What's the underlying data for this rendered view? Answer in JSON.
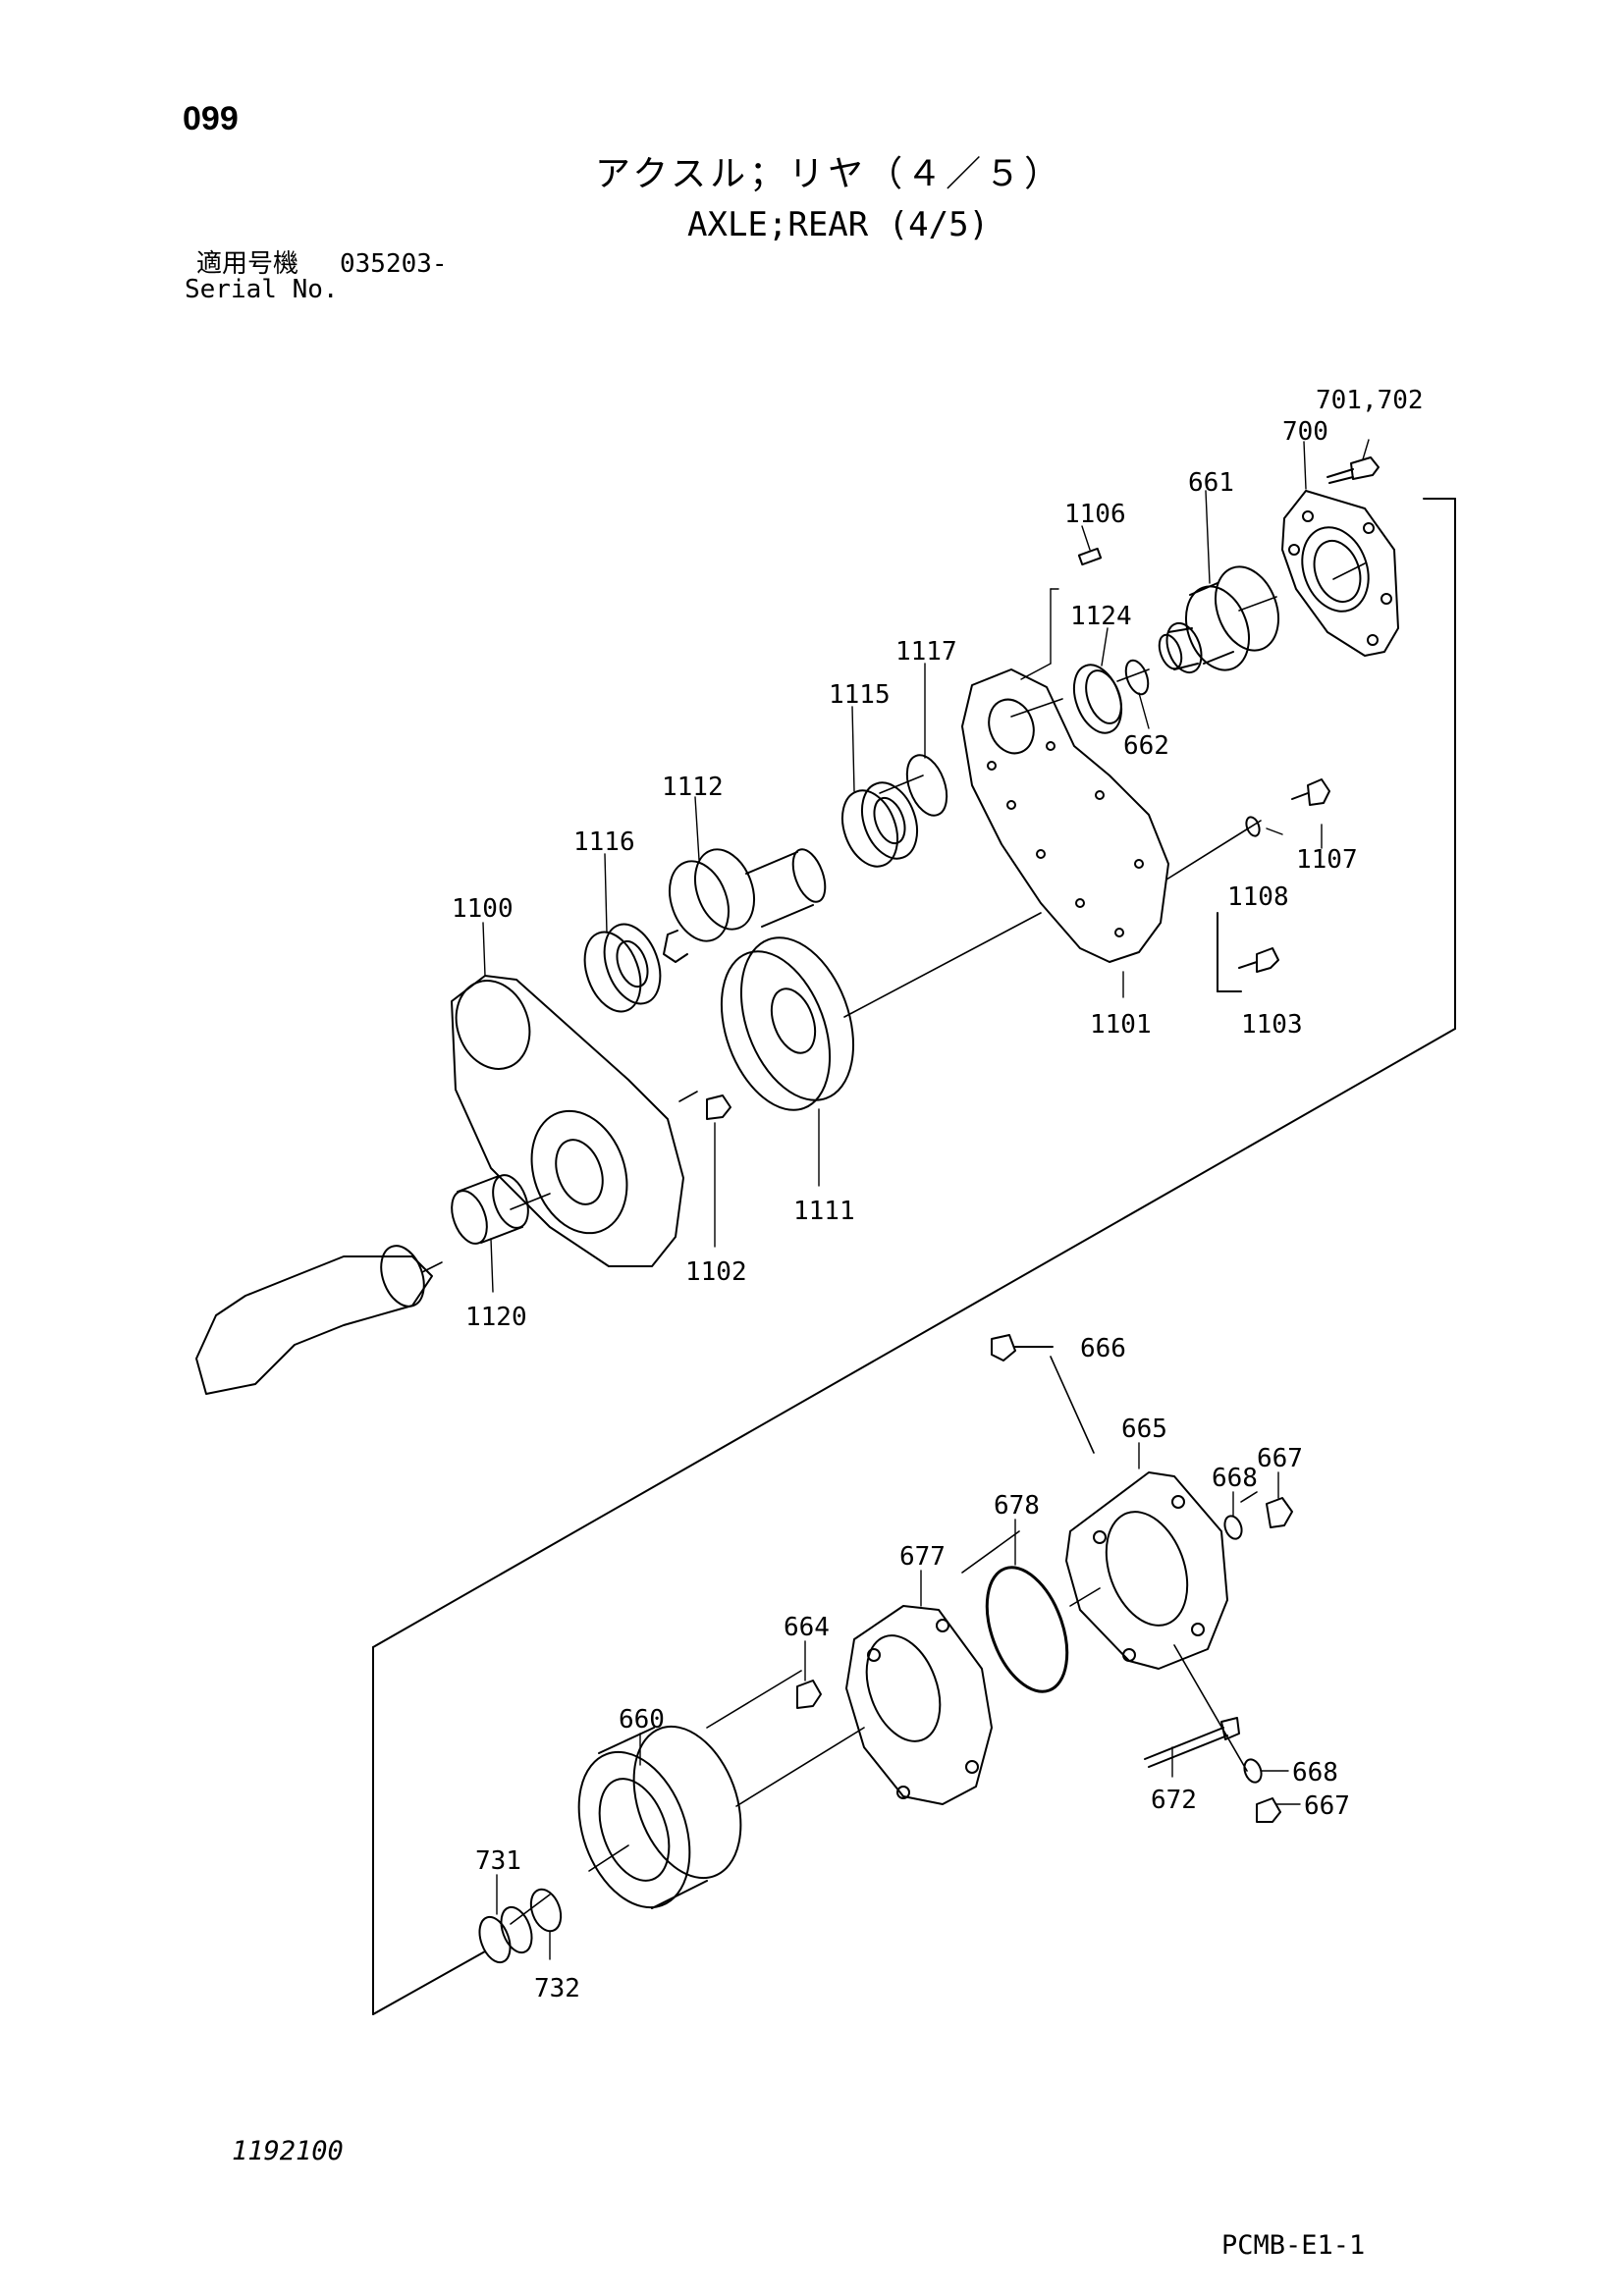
{
  "header": {
    "page_number": "099",
    "title_jp": "アクスル；リヤ（４／５）",
    "title_en": "AXLE;REAR (4/5)",
    "serial_label_jp": "適用号機",
    "serial_value": "035203-",
    "serial_label_en": "Serial No."
  },
  "parts": [
    {
      "id": "p701_702",
      "label": "701,702"
    },
    {
      "id": "p700",
      "label": "700"
    },
    {
      "id": "p661",
      "label": "661"
    },
    {
      "id": "p1106",
      "label": "1106"
    },
    {
      "id": "p1124",
      "label": "1124"
    },
    {
      "id": "p662",
      "label": "662"
    },
    {
      "id": "p1117",
      "label": "1117"
    },
    {
      "id": "p1115",
      "label": "1115"
    },
    {
      "id": "p1112",
      "label": "1112"
    },
    {
      "id": "p1116",
      "label": "1116"
    },
    {
      "id": "p1100",
      "label": "1100"
    },
    {
      "id": "p1107",
      "label": "1107"
    },
    {
      "id": "p1108",
      "label": "1108"
    },
    {
      "id": "p1101",
      "label": "1101"
    },
    {
      "id": "p1103",
      "label": "1103"
    },
    {
      "id": "p1111",
      "label": "1111"
    },
    {
      "id": "p1102",
      "label": "1102"
    },
    {
      "id": "p1120",
      "label": "1120"
    },
    {
      "id": "p666",
      "label": "666"
    },
    {
      "id": "p665",
      "label": "665"
    },
    {
      "id": "p667a",
      "label": "667"
    },
    {
      "id": "p668a",
      "label": "668"
    },
    {
      "id": "p678",
      "label": "678"
    },
    {
      "id": "p677",
      "label": "677"
    },
    {
      "id": "p664",
      "label": "664"
    },
    {
      "id": "p660",
      "label": "660"
    },
    {
      "id": "p668b",
      "label": "668"
    },
    {
      "id": "p667b",
      "label": "667"
    },
    {
      "id": "p672",
      "label": "672"
    },
    {
      "id": "p731",
      "label": "731"
    },
    {
      "id": "p732",
      "label": "732"
    }
  ],
  "footer": {
    "drawing_number": "1192100",
    "document_code": "PCMB-E1-1"
  }
}
